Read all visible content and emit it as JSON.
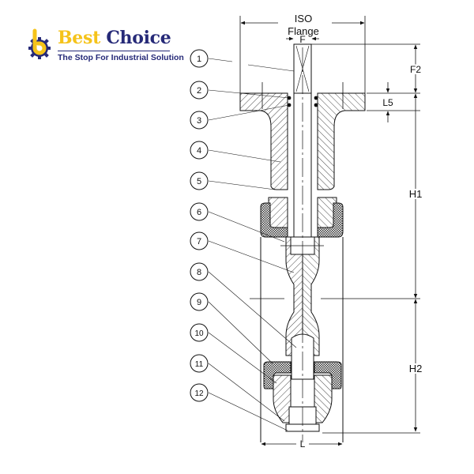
{
  "logo": {
    "brand_part1": "Best",
    "brand_part2": "Choice",
    "tagline": "The Stop For Industrial Solution",
    "colors": {
      "yellow": "#f5c31a",
      "navy": "#262a78"
    }
  },
  "diagram": {
    "title_line1": "ISO",
    "title_line2": "Flange",
    "dimensions": {
      "F": "F",
      "F2": "F2",
      "L5": "L5",
      "H1": "H1",
      "H2": "H2",
      "L": "L"
    },
    "part_callouts": [
      "1",
      "2",
      "3",
      "4",
      "5",
      "6",
      "7",
      "8",
      "9",
      "10",
      "11",
      "12"
    ]
  }
}
